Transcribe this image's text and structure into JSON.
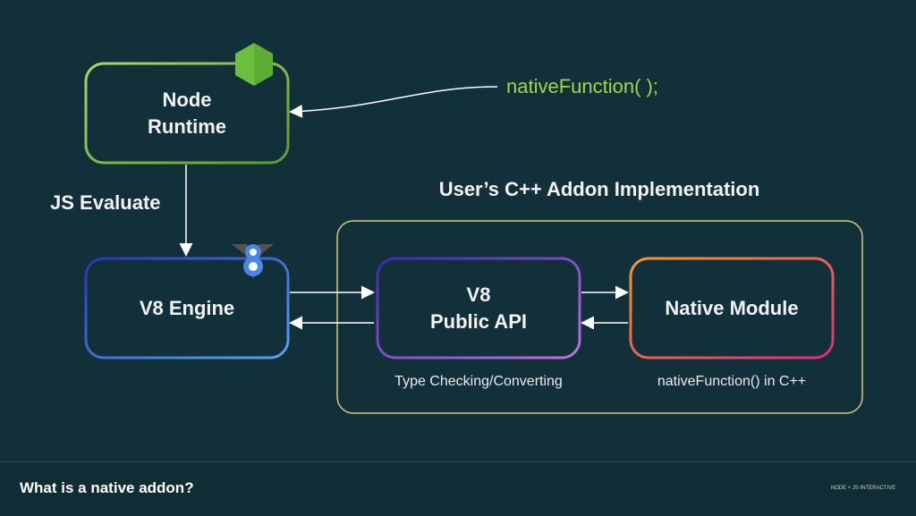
{
  "diagram": {
    "node_runtime": {
      "line1": "Node",
      "line2": "Runtime",
      "icon": "nodejs-hexagon-icon",
      "color": "#8cc84b"
    },
    "v8_engine": {
      "label": "V8 Engine",
      "icon": "v8-logo-icon",
      "color": "#4a7fe0"
    },
    "addon_group": {
      "title": "User’s C++ Addon Implementation",
      "color": "#d8c880"
    },
    "v8_public_api": {
      "line1": "V8",
      "line2": "Public API",
      "caption": "Type Checking/Converting",
      "color": "#8a4fe0"
    },
    "native_module": {
      "label": "Native Module",
      "caption": "nativeFunction() in C++",
      "color": "#f0803a"
    },
    "call_label": {
      "text": "nativeFunction( );",
      "color": "#a8d24a"
    },
    "edge_label": "JS Evaluate"
  },
  "footer": {
    "title": "What is a native addon?",
    "logo_text": "NODE + JS INTERACTIVE"
  }
}
